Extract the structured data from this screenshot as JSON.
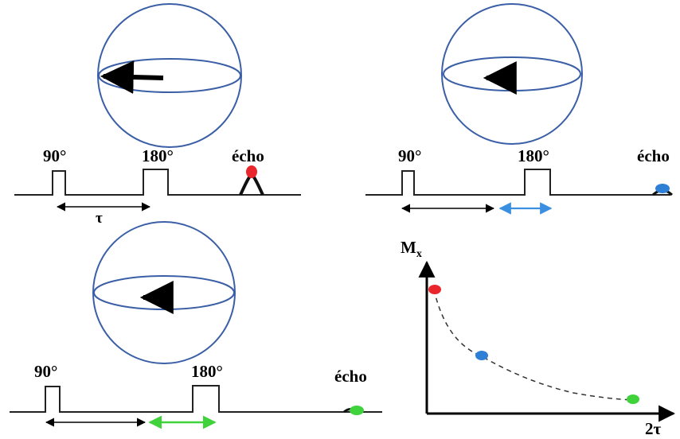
{
  "panels": [
    {
      "pulse_90": "90°",
      "pulse_180": "180°",
      "echo_label": "écho",
      "tau_label": "τ",
      "echo_color": "#e8262b",
      "arrow_length": "long"
    },
    {
      "pulse_90": "90°",
      "pulse_180": "180°",
      "echo_label": "écho",
      "echo_color": "#2e7fd6",
      "extra_arrow_color": "#3b8fe0",
      "arrow_length": "medium"
    },
    {
      "pulse_90": "90°",
      "pulse_180": "180°",
      "echo_label": "écho",
      "echo_color": "#3fd23a",
      "extra_arrow_color": "#3fd23a",
      "arrow_length": "short"
    }
  ],
  "decay_plot": {
    "y_label": "M",
    "y_label_sub": "x",
    "x_label": "2τ",
    "curve_style": "dashed"
  },
  "chart_data": {
    "type": "scatter",
    "xlabel": "2τ",
    "ylabel": "Mx",
    "series": [
      {
        "points": [
          {
            "x": 1,
            "y": 1.0,
            "color": "#e8262b"
          },
          {
            "x": 2,
            "y": 0.45,
            "color": "#2e7fd6"
          },
          {
            "x": 3,
            "y": 0.05,
            "color": "#3fd23a"
          }
        ]
      }
    ],
    "curve": "exponential decay (dashed)",
    "grid": false
  }
}
